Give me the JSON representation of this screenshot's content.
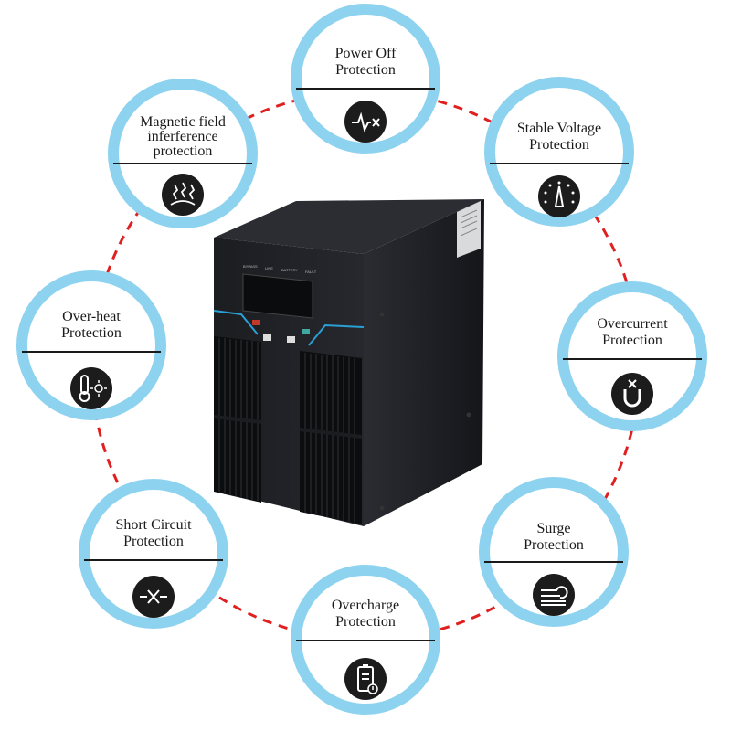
{
  "features": [
    {
      "id": "power-off",
      "lines": [
        "Power Off",
        "Protection"
      ],
      "icon": "pulse-cross-icon"
    },
    {
      "id": "stable-voltage",
      "lines": [
        "Stable Voltage",
        "Protection"
      ],
      "icon": "gauge-icon"
    },
    {
      "id": "overcurrent",
      "lines": [
        "Overcurrent",
        "Protection"
      ],
      "icon": "magnet-icon"
    },
    {
      "id": "surge",
      "lines": [
        "Surge",
        "Protection"
      ],
      "icon": "wave-icon"
    },
    {
      "id": "overcharge",
      "lines": [
        "Overcharge",
        "Protection"
      ],
      "icon": "battery-alert-icon"
    },
    {
      "id": "short-circuit",
      "lines": [
        "Short Circuit",
        "Protection"
      ],
      "icon": "crossed-line-icon"
    },
    {
      "id": "over-heat",
      "lines": [
        "Over-heat",
        "Protection"
      ],
      "icon": "thermometer-sun-icon"
    },
    {
      "id": "magnetic-field",
      "lines": [
        "Magnetic field",
        "inferference",
        "protection"
      ],
      "icon": "field-lines-icon"
    }
  ],
  "colors": {
    "ring": "#8dd3ef",
    "dash": "#e02020",
    "icon_bg": "#1c1c1c",
    "ups_body": "#1e2024"
  },
  "product": {
    "name": "UPS tower unit",
    "panel_labels": [
      "BYPASS",
      "LINE",
      "BATTERY",
      "FAULT"
    ]
  }
}
